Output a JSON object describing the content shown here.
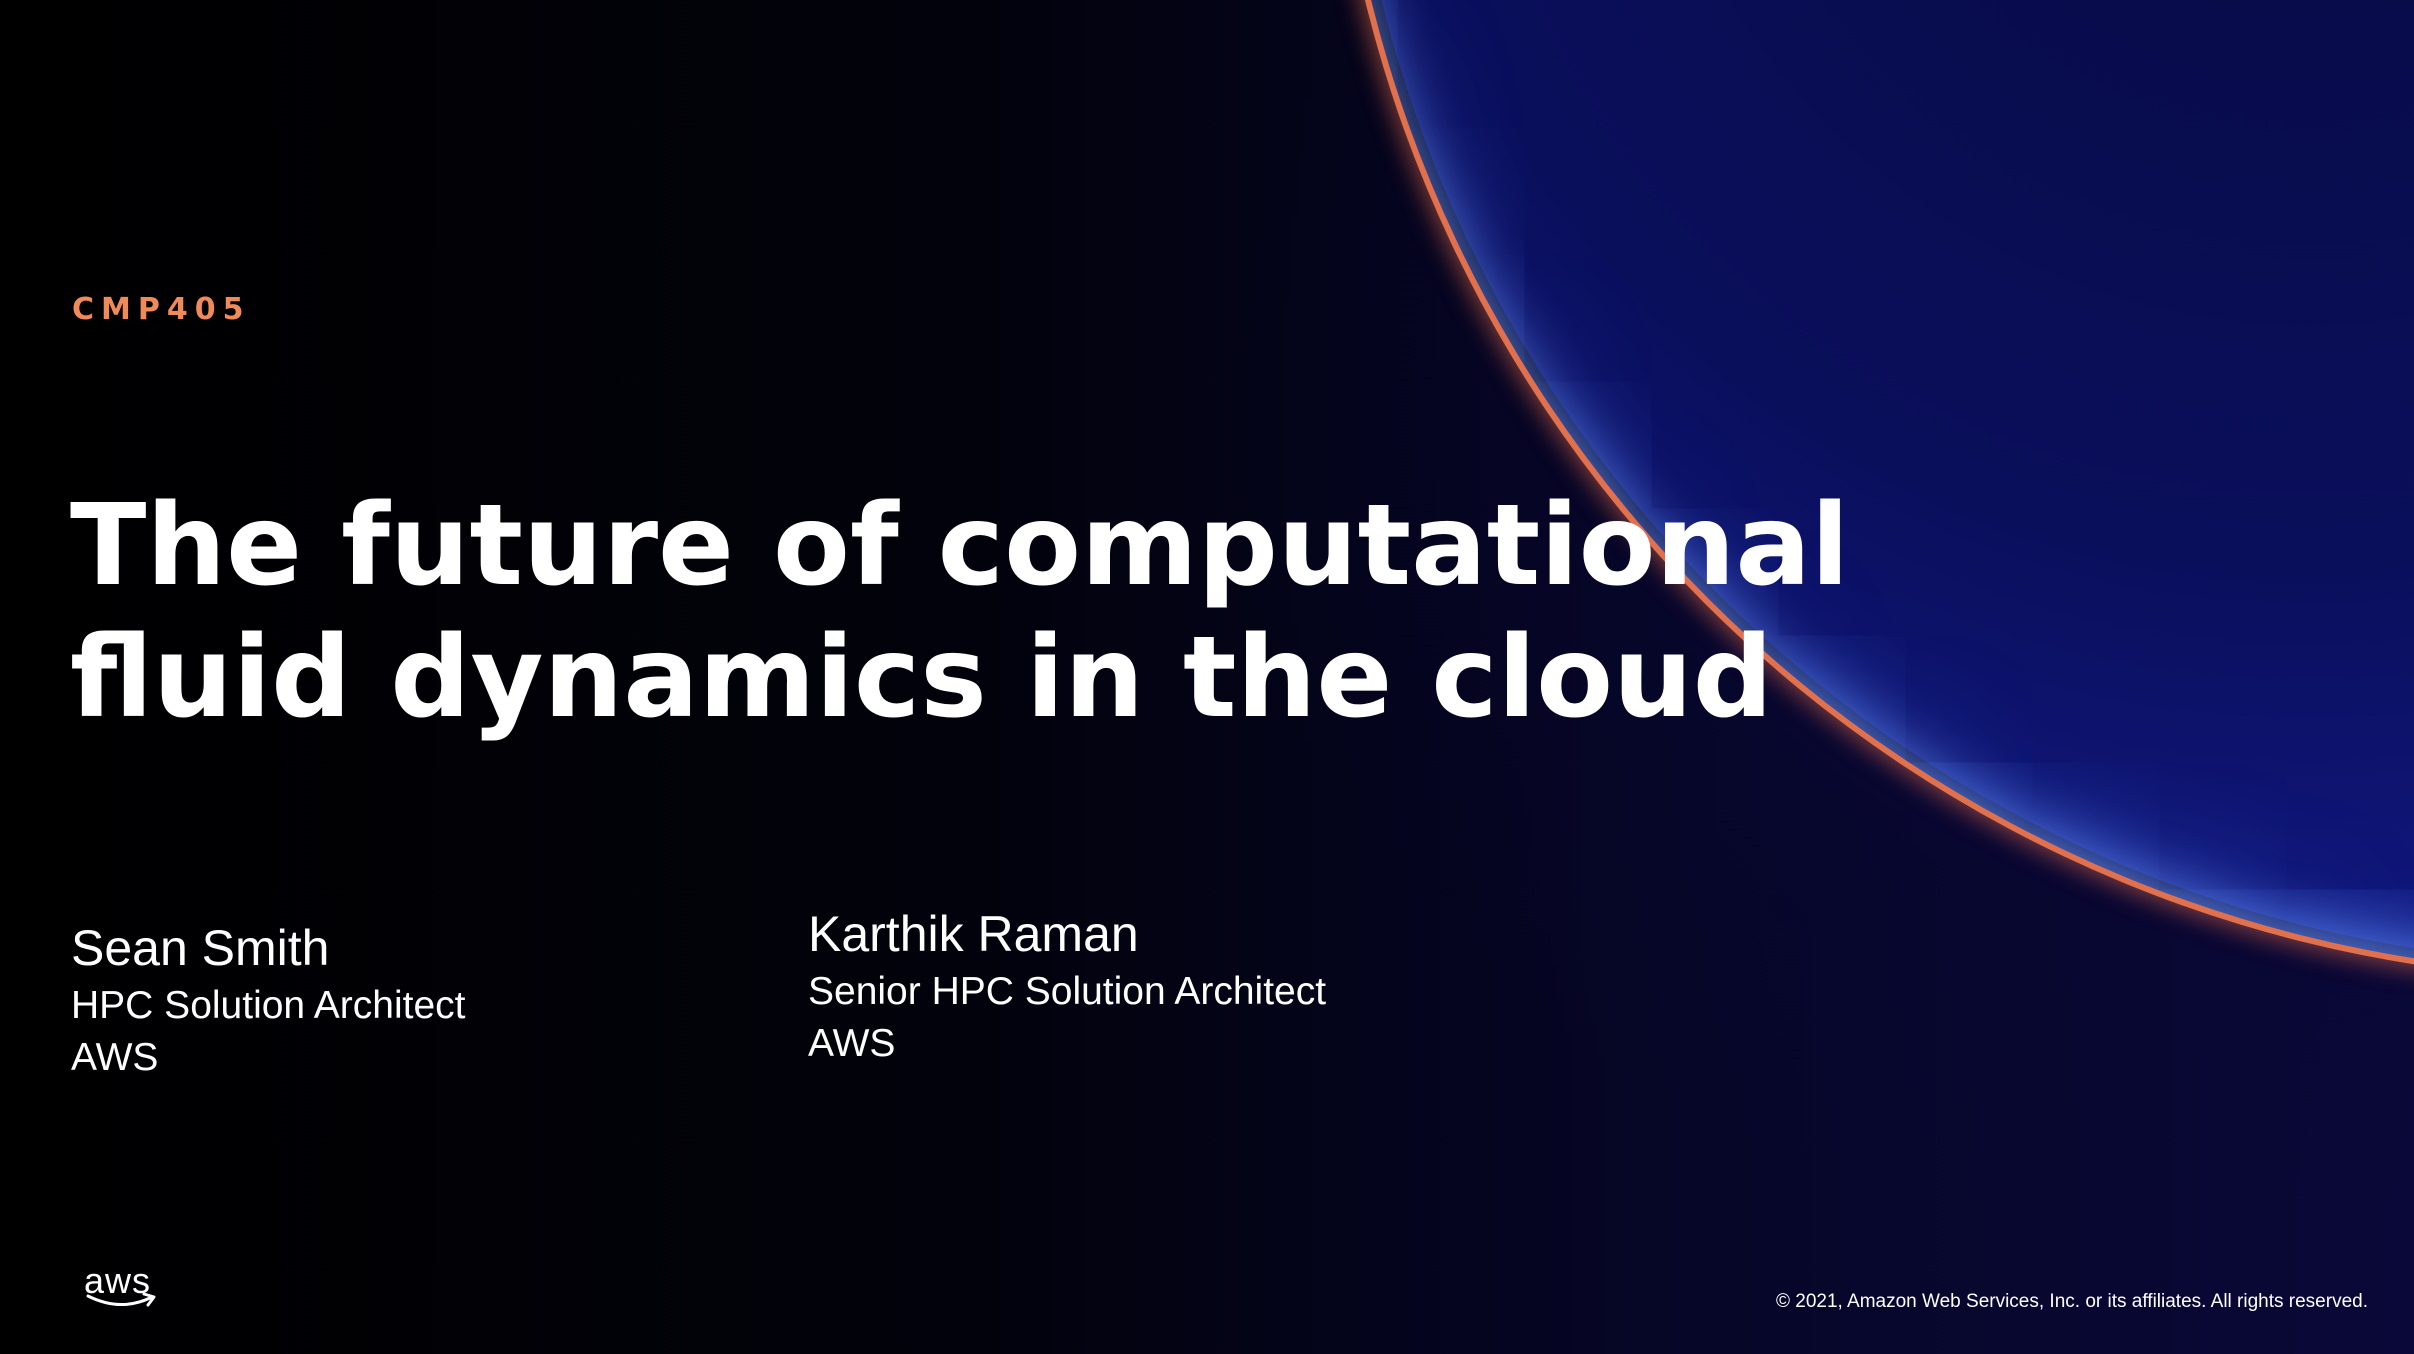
{
  "slide": {
    "session_code": "CMP405",
    "title_line1": "The future of computational",
    "title_line2": "fluid dynamics in the cloud",
    "speakers": [
      {
        "name": "Sean Smith",
        "role": "HPC Solution Architect",
        "org": "AWS"
      },
      {
        "name": "Karthik Raman",
        "role": "Senior HPC Solution Architect",
        "org": "AWS"
      }
    ],
    "logo_text": "aws",
    "copyright": "© 2021, Amazon Web Services, Inc. or its affiliates. All rights reserved."
  },
  "colors": {
    "accent": "#f08a58",
    "background": "#000000",
    "text": "#ffffff",
    "arc_blue": "#4a7cff",
    "arc_rim": "#f07850"
  }
}
